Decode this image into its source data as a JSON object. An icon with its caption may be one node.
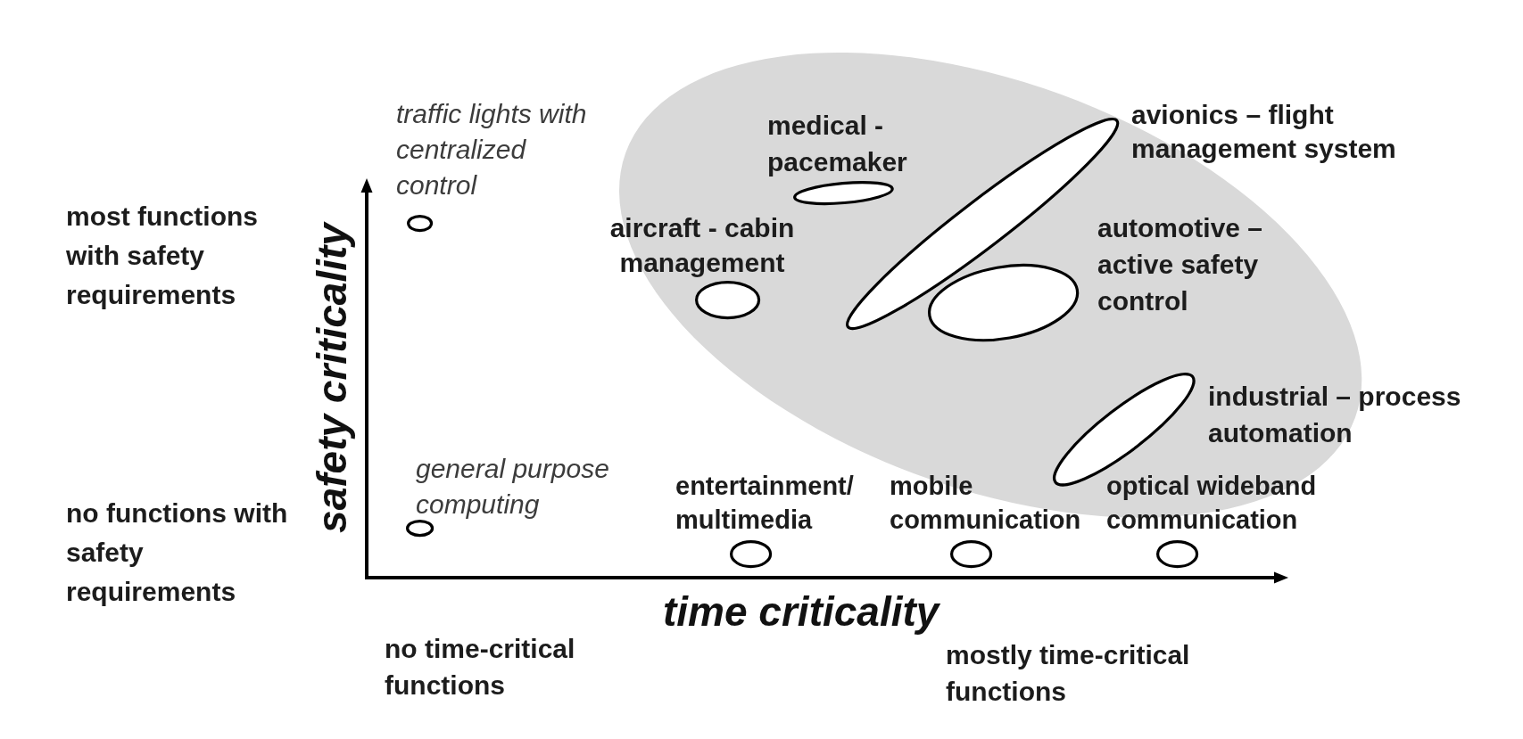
{
  "diagram": {
    "nodes": [
      {
        "text": [],
        "shape": "ellipse",
        "beside": [
          "traffic lights with centralized control"
        ]
      },
      {
        "text": [],
        "shape": "ellipse"
      },
      {
        "text": [],
        "shape": "ellipse",
        "in": 1,
        "beside": [
          "medical - pacemaker"
        ]
      },
      {
        "text": [],
        "shape": "ellipse",
        "in": 1,
        "beside": [
          "avionics – flight management system"
        ]
      },
      {
        "text": [],
        "shape": "ellipse",
        "in": 1,
        "beside": [
          "aircraft - cabin management"
        ]
      },
      {
        "text": [],
        "shape": "ellipse",
        "in": 1
      },
      {
        "text": [],
        "shape": "ellipse",
        "in": 1,
        "beside": [
          "industrial – process automation"
        ]
      },
      {
        "text": [],
        "shape": "ellipse",
        "beside": [
          "general purpose computing"
        ]
      },
      {
        "text": [],
        "shape": "ellipse",
        "beside": [
          "entertainment/ multimedia"
        ]
      },
      {
        "text": [],
        "shape": "ellipse",
        "beside": [
          "mobile communication"
        ]
      },
      {
        "text": [],
        "shape": "ellipse",
        "beside": [
          "optical wideband communication"
        ]
      }
    ],
    "labels": [
      "most functions with safety requirements",
      "safety criticality",
      "automotive – active safety control",
      "no functions with safety requirements",
      "time criticality",
      "no time-critical functions",
      "mostly time-critical functions"
    ]
  }
}
